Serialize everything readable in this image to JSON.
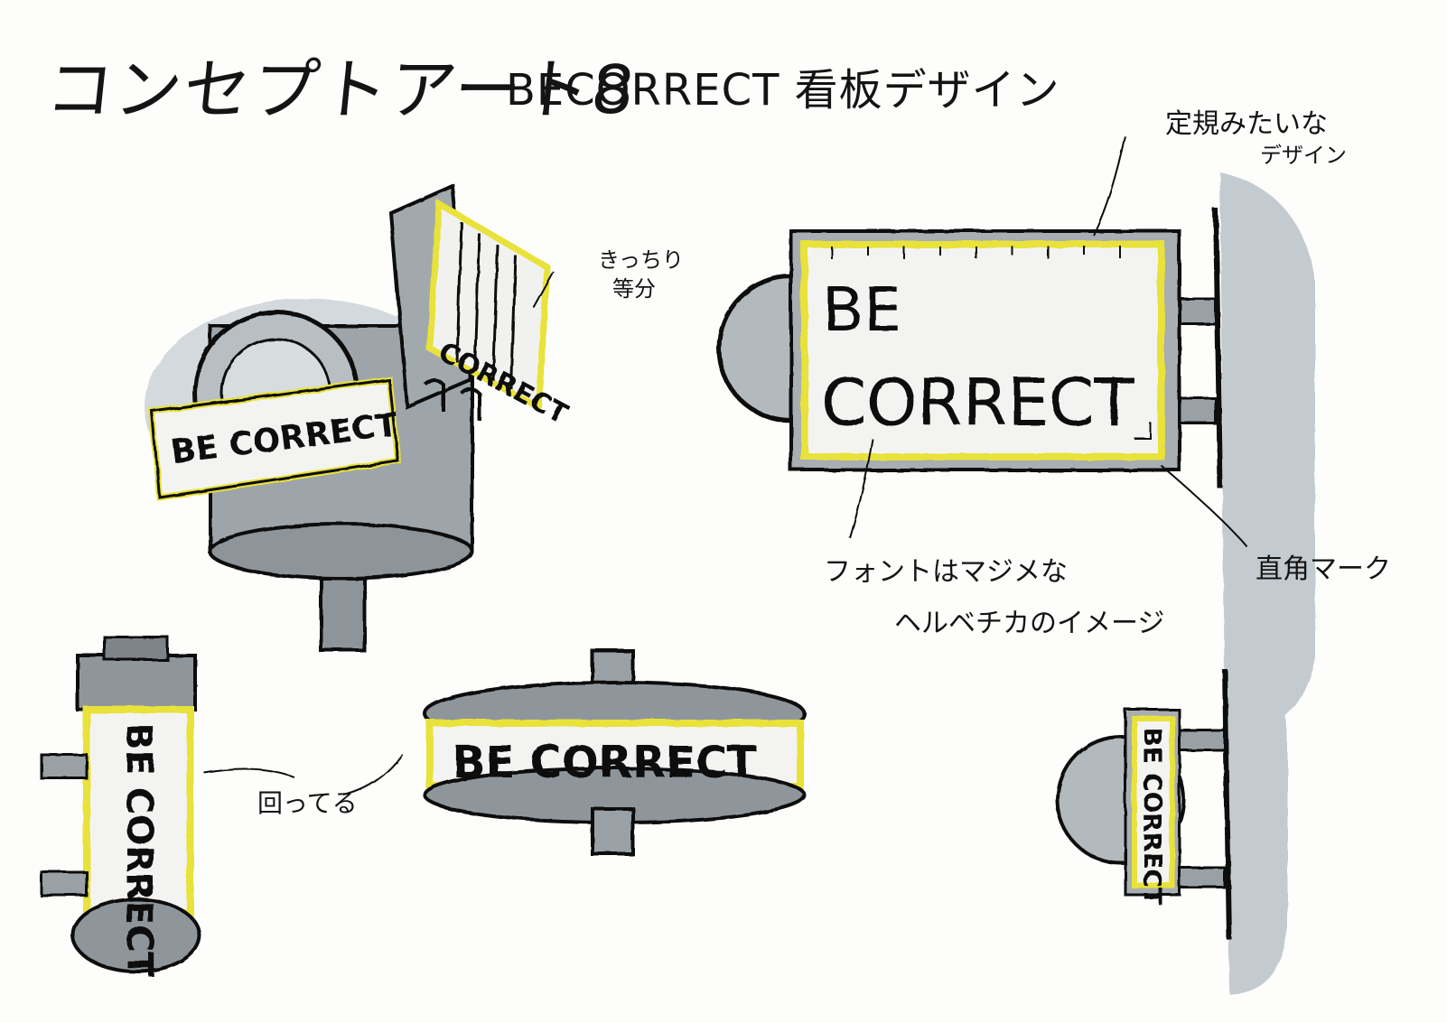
{
  "title": {
    "concept": "コンセプトアート8",
    "sign_design": "BECORRECT 看板デザイン"
  },
  "sign_text": "BE CORRECT",
  "sign_text_line1": "BE",
  "sign_text_line2": "CORRECT",
  "notes": {
    "ruler_design_1": "定規みたいな",
    "ruler_design_2": "デザイン",
    "evenly_spaced_1": "きっちり",
    "evenly_spaced_2": "等分",
    "font_1": "フォントはマジメな",
    "font_2": "ヘルベチカのイメージ",
    "right_angle_mark": "直角マーク",
    "rotating": "回ってる"
  },
  "colors": {
    "frame_yellow": "#e8e23a",
    "shadow_gray": "#c4cbd0",
    "metal_gray": "#9aa1a6",
    "ink": "#141414"
  }
}
